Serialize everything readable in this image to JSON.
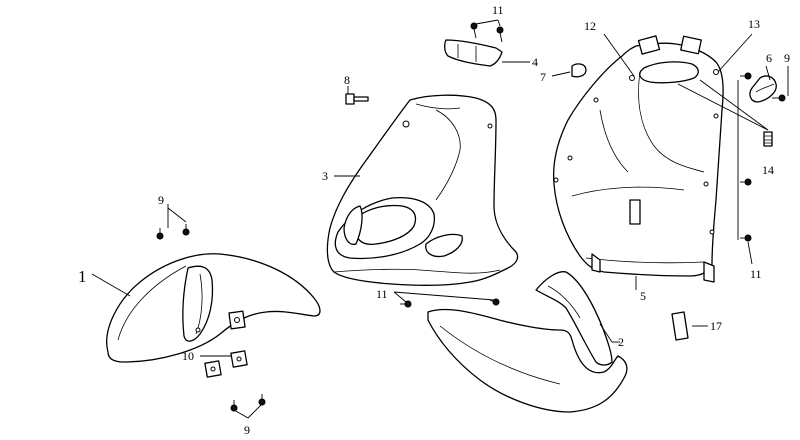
{
  "callouts": {
    "c1": "1",
    "c2": "2",
    "c3": "3",
    "c4": "4",
    "c5": "5",
    "c6": "6",
    "c7": "7",
    "c8": "8",
    "c9_right": "9",
    "c9_left": "9",
    "c9_bottom": "9",
    "c10": "10",
    "c11_top": "11",
    "c11_mid": "11",
    "c11_right": "11",
    "c12": "12",
    "c13": "13",
    "c14": "14",
    "c17": "17"
  }
}
